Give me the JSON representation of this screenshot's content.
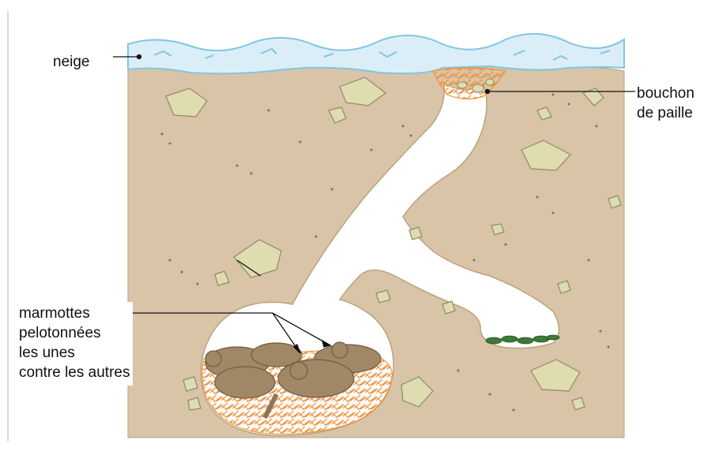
{
  "diagram": {
    "labels": {
      "snow": "neige",
      "straw_plug_line1": "bouchon",
      "straw_plug_line2": "de paille",
      "marmots_line1": "marmottes",
      "marmots_line2": "pelotonnées",
      "marmots_line3": "les unes",
      "marmots_line4": "contre les autres"
    },
    "colors": {
      "soil": "#d9c4a8",
      "tunnel": "#ffffff",
      "snow": "#dbeef7",
      "snow_edge": "#7fc6e4",
      "straw": "#f1913a",
      "marmot": "#a08866",
      "rock": "#dfdcb0",
      "grass": "#3e7a37"
    }
  }
}
